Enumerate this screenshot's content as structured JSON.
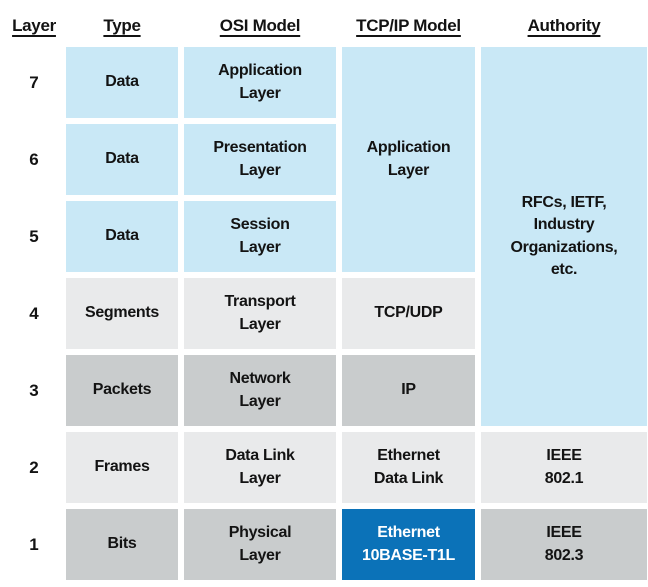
{
  "columns": {
    "layer": "Layer",
    "type": "Type",
    "osi": "OSI Model",
    "tcpip": "TCP/IP Model",
    "authority": "Authority"
  },
  "layers": {
    "l7": "7",
    "l6": "6",
    "l5": "5",
    "l4": "4",
    "l3": "3",
    "l2": "2",
    "l1": "1"
  },
  "types": {
    "l7": "Data",
    "l6": "Data",
    "l5": "Data",
    "l4": "Segments",
    "l3": "Packets",
    "l2": "Frames",
    "l1": "Bits"
  },
  "osi": {
    "l7": "Application\nLayer",
    "l6": "Presentation\nLayer",
    "l5": "Session\nLayer",
    "l4": "Transport\nLayer",
    "l3": "Network\nLayer",
    "l2": "Data Link\nLayer",
    "l1": "Physical\nLayer"
  },
  "tcpip": {
    "l7_l5": "Application\nLayer",
    "l4": "TCP/UDP",
    "l3": "IP",
    "l2": "Ethernet\nData Link",
    "l1": "Ethernet\n10BASE-T1L"
  },
  "authority": {
    "l7_l3": "RFCs, IETF,\nIndustry\nOrganizations,\netc.",
    "l2": "IEEE\n802.1",
    "l1": "IEEE\n802.3"
  },
  "colors": {
    "light_blue": "#c9e8f6",
    "light_gray": "#e9eaeb",
    "dark_gray": "#c9cccd",
    "accent_blue": "#0b72b8",
    "accent_text": "#ffffff",
    "text": "#131313",
    "background": "#ffffff"
  }
}
